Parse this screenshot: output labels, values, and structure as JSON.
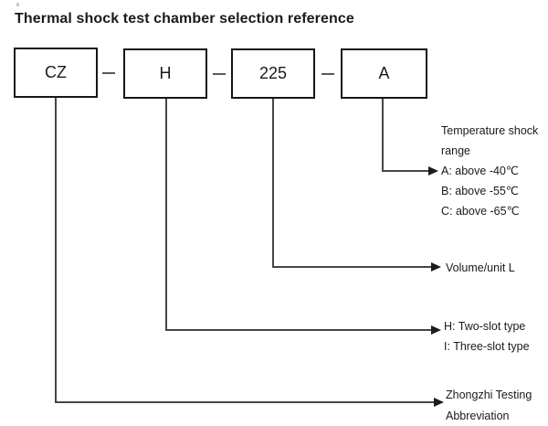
{
  "title": "Thermal shock test chamber selection reference",
  "model_code": {
    "boxes": [
      {
        "id": "brand",
        "label": "CZ"
      },
      {
        "id": "slot_type",
        "label": "H"
      },
      {
        "id": "volume",
        "label": "225"
      },
      {
        "id": "temp_range",
        "label": "A"
      }
    ]
  },
  "callouts": {
    "temp_range": {
      "heading": [
        "Temperature shock",
        "range"
      ],
      "options": [
        "A: above -40℃",
        "B: above -55℃",
        "C: above -65℃"
      ]
    },
    "volume": {
      "label": "Volume/unit L"
    },
    "slot_type": {
      "options": [
        "H: Two-slot type",
        "I: Three-slot type"
      ]
    },
    "brand": {
      "lines": [
        "Zhongzhi Testing",
        "Abbreviation"
      ]
    }
  },
  "colors": {
    "background": "#ffffff",
    "text": "#1a1a1a",
    "box_border": "#161616",
    "connector_line": "#454545",
    "dash": "#5a5a5a",
    "arrowhead": "#1c1c1c"
  }
}
